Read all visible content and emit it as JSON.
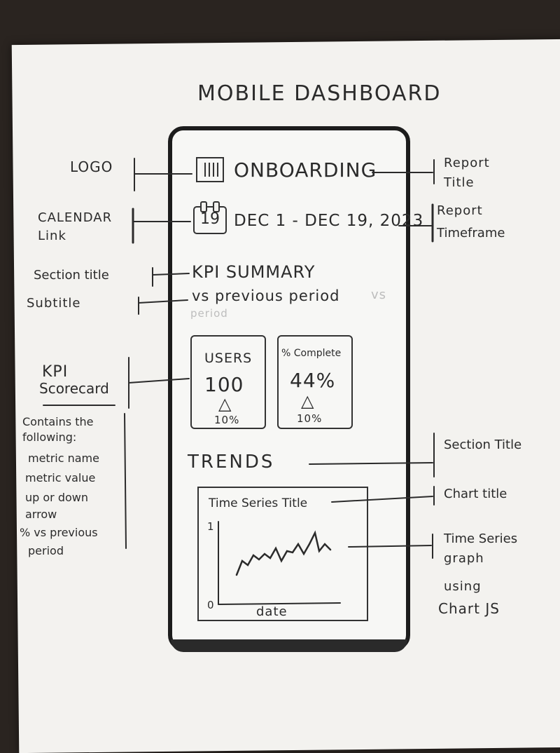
{
  "page_title": "MOBILE DASHBOARD",
  "phone": {
    "report_title": "ONBOARDING",
    "calendar_day": "19",
    "timeframe": "DEC 1 - DEC 19, 2023",
    "kpi_section_title": "KPI SUMMARY",
    "kpi_subtitle": "vs previous period",
    "kpi_subtitle_ghost_1": "vs",
    "kpi_subtitle_ghost_2": "period",
    "kpis": [
      {
        "name": "USERS",
        "value": "100",
        "arrow": "up",
        "change": "10%"
      },
      {
        "name": "% Complete",
        "value": "44%",
        "arrow": "up",
        "change": "10%"
      }
    ],
    "trends_title": "TRENDS",
    "chart": {
      "title": "Time Series Title",
      "y_top": "1",
      "y_bottom": "0",
      "xlabel": "date"
    }
  },
  "annotations": {
    "logo": "LOGO",
    "calendar_link_1": "CALENDAR",
    "calendar_link_2": "Link",
    "section_title_left": "Section title",
    "subtitle": "Subtitle",
    "kpi_scorecard_1": "KPI",
    "kpi_scorecard_2": "Scorecard",
    "contains_1": "Contains the",
    "contains_2": "following:",
    "contains_3": "metric name",
    "contains_4": "metric value",
    "contains_5": "up or down",
    "contains_6": "arrow",
    "contains_7": "% vs previous",
    "contains_8": "period",
    "report_title_1": "Report",
    "report_title_2": "Title",
    "report_timeframe_1": "Report",
    "report_timeframe_2": "Timeframe",
    "section_title_right": "Section Title",
    "chart_title": "Chart title",
    "time_series_1": "Time Series",
    "time_series_2": "graph",
    "time_series_3": "using",
    "time_series_4": "Chart JS"
  },
  "colors": {
    "ink": "#2b2b2b",
    "paper": "#f3f2ef",
    "background": "#2a2420",
    "phone_frame": "#1c1c1c"
  }
}
